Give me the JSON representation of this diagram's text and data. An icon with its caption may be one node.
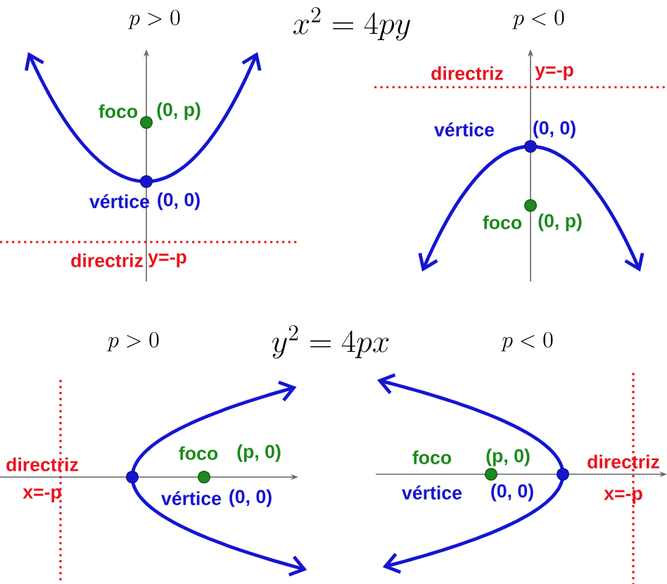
{
  "diagram": {
    "labels": [
      "p > 0",
      "x^2 = 4py",
      "p < 0",
      "foco",
      "(0, p)",
      "vértice",
      "(0, 0)",
      "directriz",
      "y=-p",
      "directriz",
      "y=-p",
      "vértice",
      "(0, 0)",
      "foco",
      "(0, p)",
      "p > 0",
      "y^2 = 4px",
      "p < 0",
      "foco",
      "(p, 0)",
      "directriz",
      "x=-p",
      "vértice",
      "(0, 0)",
      "foco",
      "(p, 0)",
      "directriz",
      "vértice",
      "(0, 0)",
      "x=-p"
    ]
  }
}
